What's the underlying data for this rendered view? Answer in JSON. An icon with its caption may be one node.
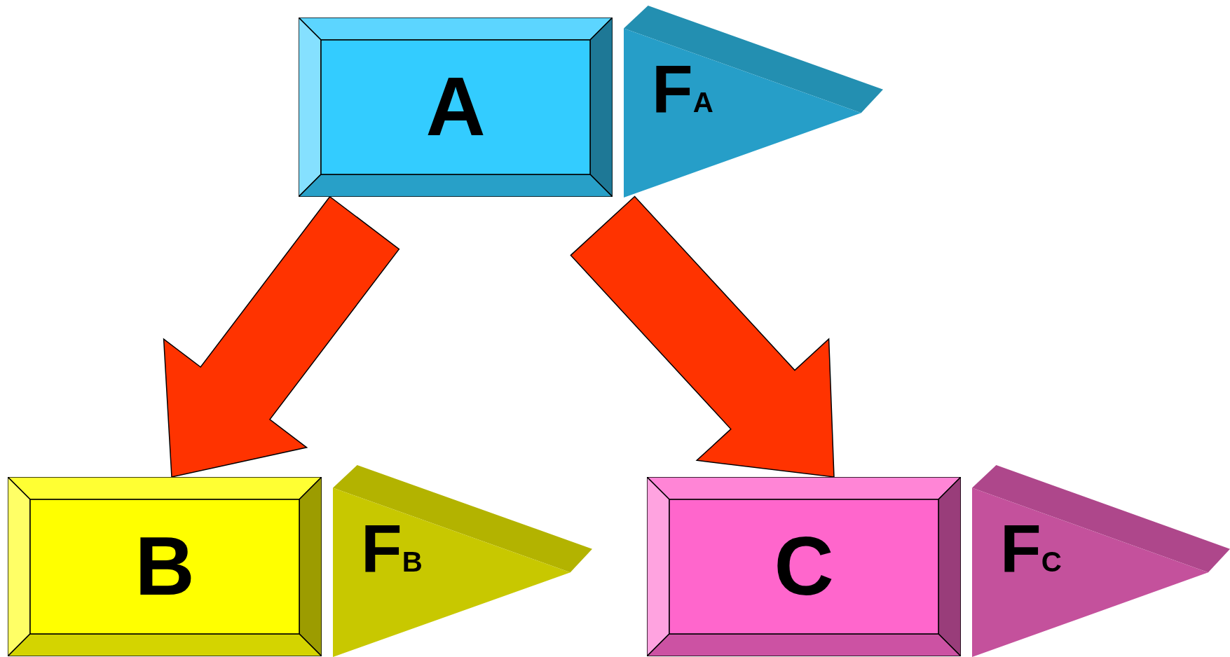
{
  "diagram": {
    "nodes": [
      {
        "text": [
          "A"
        ]
      },
      {
        "text": [
          "F$_{A}$"
        ]
      },
      {
        "text": [
          "B"
        ]
      },
      {
        "text": [
          "F$_{B}$"
        ]
      },
      {
        "text": [
          "C"
        ]
      },
      {
        "text": [
          "F$_{C}$"
        ]
      }
    ],
    "edges": [
      {
        "from": 0,
        "to": 2,
        "arrow": "to"
      },
      {
        "from": 0,
        "to": 4,
        "arrow": "to"
      }
    ]
  }
}
